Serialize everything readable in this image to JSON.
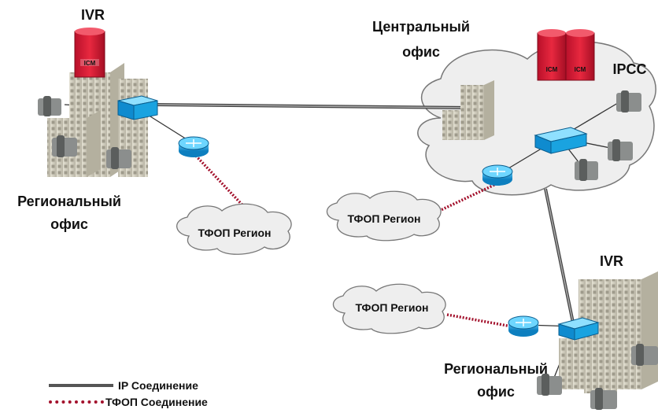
{
  "labels": {
    "ivr_left": "IVR",
    "ivr_right": "IVR",
    "central_office": [
      "Центральный",
      "офис"
    ],
    "ipcc": "IPCC",
    "regional_left": [
      "Региональный",
      "офис"
    ],
    "regional_right": [
      "Региональный",
      "офис"
    ],
    "icm": "ICM"
  },
  "clouds": {
    "pstn_1": "ТФОП Регион",
    "pstn_2": "ТФОП Регион",
    "pstn_3": "ТФОП Регион"
  },
  "legend": {
    "ip": "IP Соединение",
    "pstn": "ТФОП Соединение"
  },
  "colors": {
    "ip_link": "#555555",
    "pstn_link": "#a3112c",
    "server_red": "#d21a32",
    "switch_blue": "#1aa3e0",
    "cloud_fill": "#eeeeee",
    "cloud_stroke": "#777777",
    "building": "#d7d4c6"
  }
}
